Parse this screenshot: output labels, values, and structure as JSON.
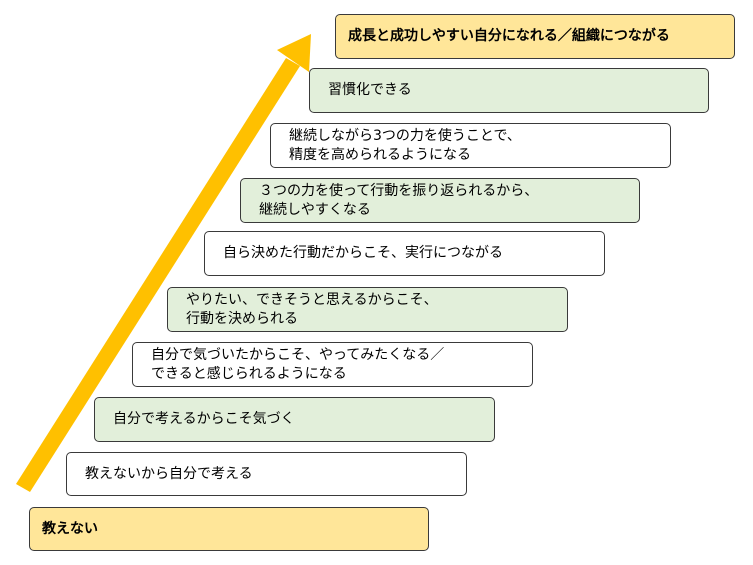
{
  "colors": {
    "arrow": "#ffc000",
    "start_goal_fill": "#ffe699",
    "green_fill": "#e2efda",
    "white_fill": "#ffffff"
  },
  "steps": [
    {
      "id": "step-0",
      "text": "教えない",
      "style": "yellow"
    },
    {
      "id": "step-1",
      "text": "教えないから自分で考える",
      "style": "white"
    },
    {
      "id": "step-2",
      "text": "自分で考えるからこそ気づく",
      "style": "green"
    },
    {
      "id": "step-3",
      "text": "自分で気づいたからこそ、やってみたくなる／\nできると感じられるようになる",
      "style": "white"
    },
    {
      "id": "step-4",
      "text": "やりたい、できそうと思えるからこそ、\n行動を決められる",
      "style": "green"
    },
    {
      "id": "step-5",
      "text": "自ら決めた行動だからこそ、実行につながる",
      "style": "white"
    },
    {
      "id": "step-6",
      "text": " ３つの力を使って行動を振り返られるから、\n継続しやすくなる",
      "style": "green"
    },
    {
      "id": "step-7",
      "text": "継続しながら3つの力を使うことで、\n精度を高められるようになる",
      "style": "white"
    },
    {
      "id": "step-8",
      "text": "習慣化できる",
      "style": "green"
    },
    {
      "id": "step-9",
      "text": "成長と成功しやすい自分になれる／組織につながる",
      "style": "yellow"
    }
  ]
}
